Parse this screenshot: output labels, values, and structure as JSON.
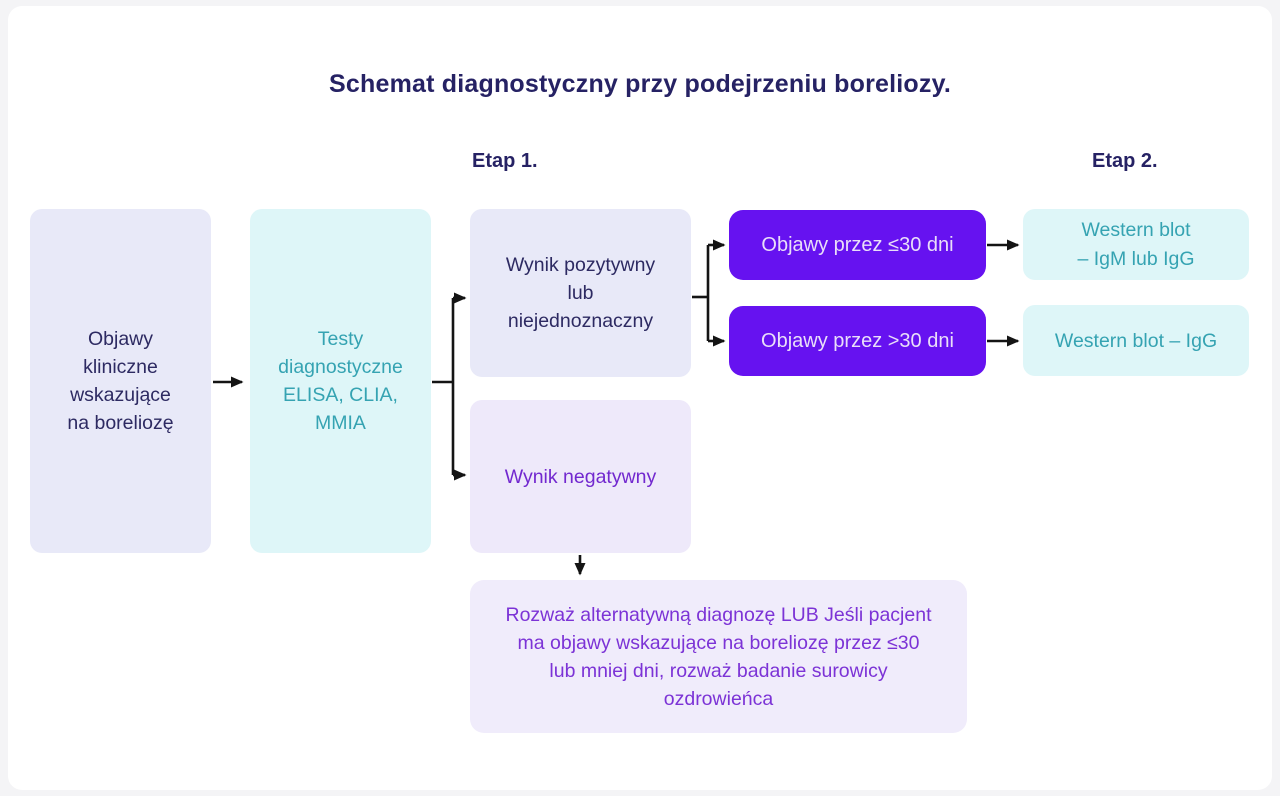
{
  "page": {
    "title": "Schemat diagnostyczny przy podejrzeniu boreliozy."
  },
  "stages": {
    "stage1": "Etap 1.",
    "stage2": "Etap 2."
  },
  "nodes": {
    "clinical_symptoms": {
      "lines": [
        "Objawy",
        "kliniczne",
        "wskazujące",
        "na boreliozę"
      ]
    },
    "diagnostic_tests": {
      "lines": [
        "Testy",
        "diagnostyczne",
        "ELISA, CLIA,",
        "MMIA"
      ]
    },
    "positive_result": {
      "lines": [
        "Wynik pozytywny",
        "lub",
        "niejednoznaczny"
      ]
    },
    "negative_result": {
      "lines": [
        "Wynik negatywny"
      ]
    },
    "symptoms_le_30_days": {
      "lines": [
        "Objawy przez ≤30 dni"
      ]
    },
    "symptoms_gt_30_days": {
      "lines": [
        "Objawy przez >30 dni"
      ]
    },
    "western_blot_igm_igg": {
      "lines": [
        "Western blot",
        "– IgM lub IgG"
      ]
    },
    "western_blot_igg": {
      "lines": [
        "Western blot – IgG"
      ]
    },
    "alternative_diagnosis": {
      "lines": [
        "Rozważ alternatywną diagnozę LUB Jeśli pacjent",
        "ma objawy wskazujące na boreliozę przez ≤30",
        "lub mniej dni, rozważ badanie surowicy",
        "ozdrowieńca"
      ]
    }
  },
  "colors": {
    "title_text": "#262264",
    "lavender_fill": "#e8e9f8",
    "navy_text": "#2d2a62",
    "cyan_fill": "#def6f8",
    "teal_text": "#35a3b2",
    "lilac_fill": "#eee9fa",
    "purple_text": "#7228cf",
    "violet_fill": "#6612f0",
    "violet_box_text": "#e9def9",
    "bottom_fill": "#f0ecfb",
    "bottom_text": "#7c33d6",
    "arrow": "#141414"
  }
}
